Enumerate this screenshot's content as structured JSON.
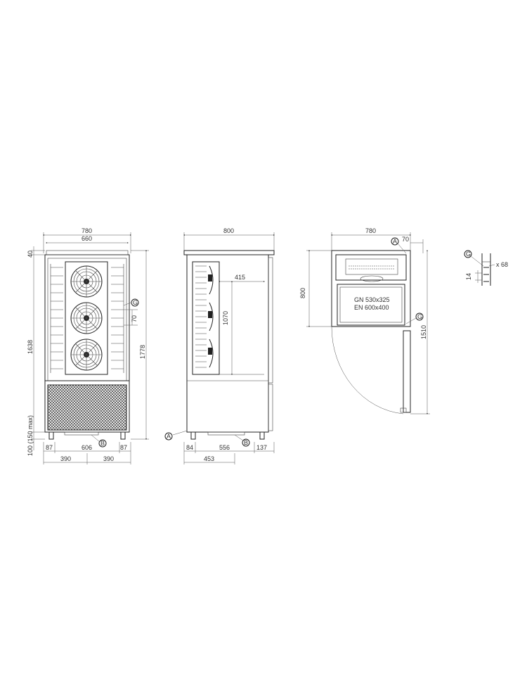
{
  "front_view": {
    "width_total": "780",
    "width_inner": "660",
    "top_offset": "40",
    "height_cabinet": "1638",
    "height_total": "1778",
    "feet_height": "100 (150 max)",
    "rail_pitch": "70",
    "bottom_left": "87",
    "bottom_mid": "606",
    "bottom_right": "87",
    "half_left": "390",
    "half_right": "390",
    "marker_g": "G",
    "marker_b": "B"
  },
  "side_view": {
    "depth_total": "800",
    "inner_depth": "415",
    "inner_height": "1070",
    "feet_left": "84",
    "feet_mid": "556",
    "feet_right": "137",
    "base_depth": "453",
    "marker_a": "A",
    "marker_b": "B"
  },
  "top_view": {
    "width_total": "780",
    "right_offset": "70",
    "depth": "800",
    "door_span": "1510",
    "tray_gn": "GN 530x325",
    "tray_en": "EN 600x400",
    "marker_a": "A",
    "marker_g": "G"
  },
  "detail": {
    "marker_g": "G",
    "spacing": "14",
    "width_label": "x 68"
  }
}
